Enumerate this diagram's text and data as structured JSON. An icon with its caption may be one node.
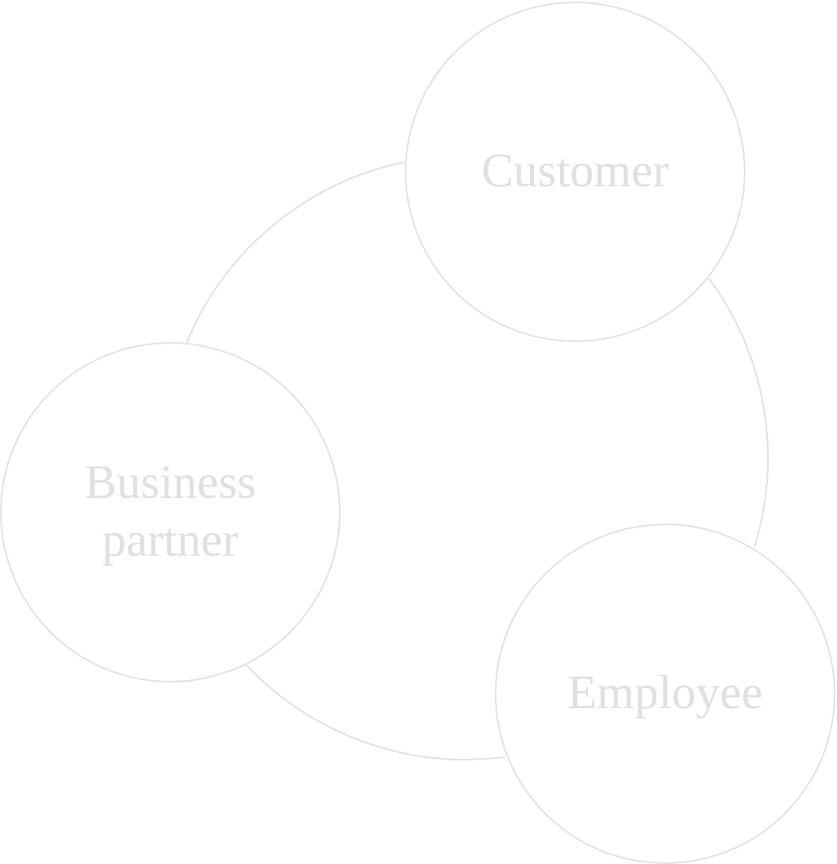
{
  "diagram": {
    "nodes": [
      {
        "text": [
          "Customer"
        ]
      },
      {
        "text": [
          "Business partner"
        ]
      },
      {
        "text": [
          "Employee"
        ]
      }
    ],
    "edges": [
      {
        "from": 0,
        "to": 2,
        "arrow": "none"
      },
      {
        "from": 2,
        "to": 1,
        "arrow": "none"
      },
      {
        "from": 1,
        "to": 0,
        "arrow": "none"
      }
    ]
  }
}
